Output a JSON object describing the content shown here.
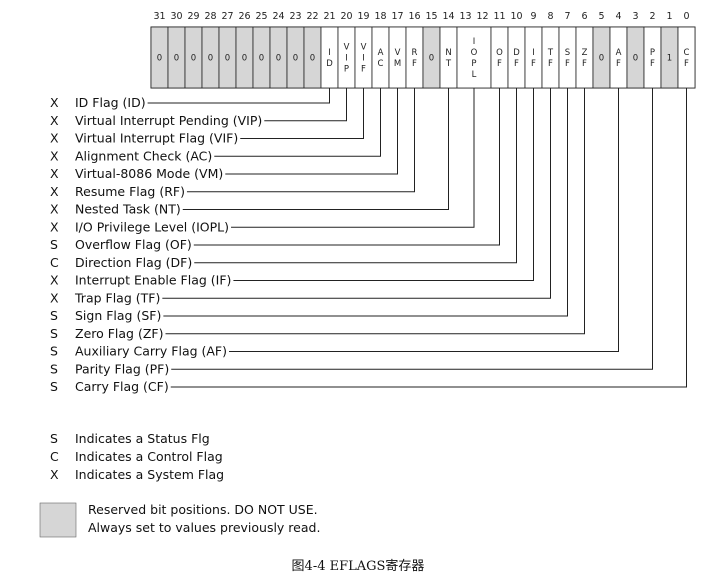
{
  "bits": [
    {
      "num": "31",
      "label": "0",
      "reserved": true
    },
    {
      "num": "30",
      "label": "0",
      "reserved": true
    },
    {
      "num": "29",
      "label": "0",
      "reserved": true
    },
    {
      "num": "28",
      "label": "0",
      "reserved": true
    },
    {
      "num": "27",
      "label": "0",
      "reserved": true
    },
    {
      "num": "26",
      "label": "0",
      "reserved": true
    },
    {
      "num": "25",
      "label": "0",
      "reserved": true
    },
    {
      "num": "24",
      "label": "0",
      "reserved": true
    },
    {
      "num": "23",
      "label": "0",
      "reserved": true
    },
    {
      "num": "22",
      "label": "0",
      "reserved": true
    },
    {
      "num": "21",
      "label": "ID",
      "reserved": false
    },
    {
      "num": "20",
      "label": "VIP",
      "reserved": false
    },
    {
      "num": "19",
      "label": "VIF",
      "reserved": false
    },
    {
      "num": "18",
      "label": "AC",
      "reserved": false
    },
    {
      "num": "17",
      "label": "VM",
      "reserved": false
    },
    {
      "num": "16",
      "label": "RF",
      "reserved": false
    },
    {
      "num": "15",
      "label": "0",
      "reserved": true
    },
    {
      "num": "14",
      "label": "NT",
      "reserved": false
    },
    {
      "num": "13",
      "label": "IOPL",
      "reserved": false,
      "span": 2
    },
    {
      "num": "12",
      "label": "",
      "reserved": false,
      "skip": true
    },
    {
      "num": "11",
      "label": "OF",
      "reserved": false
    },
    {
      "num": "10",
      "label": "DF",
      "reserved": false
    },
    {
      "num": "9",
      "label": "IF",
      "reserved": false
    },
    {
      "num": "8",
      "label": "TF",
      "reserved": false
    },
    {
      "num": "7",
      "label": "SF",
      "reserved": false
    },
    {
      "num": "6",
      "label": "ZF",
      "reserved": false
    },
    {
      "num": "5",
      "label": "0",
      "reserved": true
    },
    {
      "num": "4",
      "label": "AF",
      "reserved": false
    },
    {
      "num": "3",
      "label": "0",
      "reserved": true
    },
    {
      "num": "2",
      "label": "PF",
      "reserved": false
    },
    {
      "num": "1",
      "label": "1",
      "reserved": true
    },
    {
      "num": "0",
      "label": "CF",
      "reserved": false
    }
  ],
  "flags": [
    {
      "type": "X",
      "label": "ID Flag (ID)",
      "bit": 21
    },
    {
      "type": "X",
      "label": "Virtual Interrupt Pending (VIP)",
      "bit": 20
    },
    {
      "type": "X",
      "label": "Virtual Interrupt Flag (VIF)",
      "bit": 19
    },
    {
      "type": "X",
      "label": "Alignment Check (AC)",
      "bit": 18
    },
    {
      "type": "X",
      "label": "Virtual-8086 Mode (VM)",
      "bit": 17
    },
    {
      "type": "X",
      "label": "Resume Flag (RF)",
      "bit": 16
    },
    {
      "type": "X",
      "label": "Nested Task (NT)",
      "bit": 14
    },
    {
      "type": "X",
      "label": "I/O Privilege Level (IOPL)",
      "bit": 12.5
    },
    {
      "type": "S",
      "label": "Overflow Flag (OF)",
      "bit": 11
    },
    {
      "type": "C",
      "label": "Direction Flag (DF)",
      "bit": 10
    },
    {
      "type": "X",
      "label": "Interrupt Enable Flag (IF)",
      "bit": 9
    },
    {
      "type": "X",
      "label": "Trap Flag (TF)",
      "bit": 8
    },
    {
      "type": "S",
      "label": "Sign Flag (SF)",
      "bit": 7
    },
    {
      "type": "S",
      "label": "Zero Flag (ZF)",
      "bit": 6
    },
    {
      "type": "S",
      "label": "Auxiliary Carry Flag (AF)",
      "bit": 4
    },
    {
      "type": "S",
      "label": "Parity Flag (PF)",
      "bit": 2
    },
    {
      "type": "S",
      "label": "Carry Flag (CF)",
      "bit": 0
    }
  ],
  "legend": [
    {
      "type": "S",
      "label": "Indicates a Status Flg"
    },
    {
      "type": "C",
      "label": "Indicates a Control Flag"
    },
    {
      "type": "X",
      "label": "Indicates a System Flag"
    }
  ],
  "reserved_note": {
    "line1": "Reserved bit positions. DO NOT USE.",
    "line2": "Always set to values previously read."
  },
  "caption": "图4-4    EFLAGS寄存器",
  "colors": {
    "reserved_fill": "#d6d6d6",
    "normal_fill": "#ffffff",
    "line": "#222222"
  }
}
